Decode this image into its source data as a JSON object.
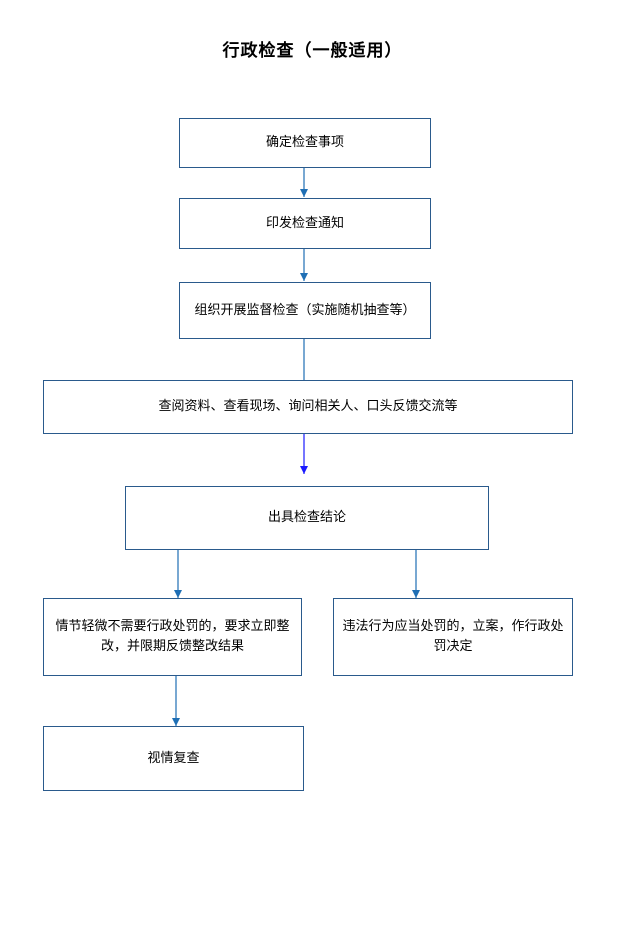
{
  "title": "行政检查（一般适用）",
  "steps": {
    "confirm": "确定检查事项",
    "notice": "印发检查通知",
    "organize": "组织开展监督检查（实施随机抽查等）",
    "methods": "查阅资料、查看现场、询问相关人、口头反馈交流等",
    "conclusion": "出具检查结论",
    "minor": "情节轻微不需要行政处罚的，要求立即整改，并限期反馈整改结果",
    "violation": "违法行为应当处罚的，立案，作行政处罚决定",
    "review": "视情复查"
  },
  "colors": {
    "box_border": "#2a5a8c",
    "arrow": "#1f6fb5",
    "arrow_highlight": "#1a1aff"
  }
}
